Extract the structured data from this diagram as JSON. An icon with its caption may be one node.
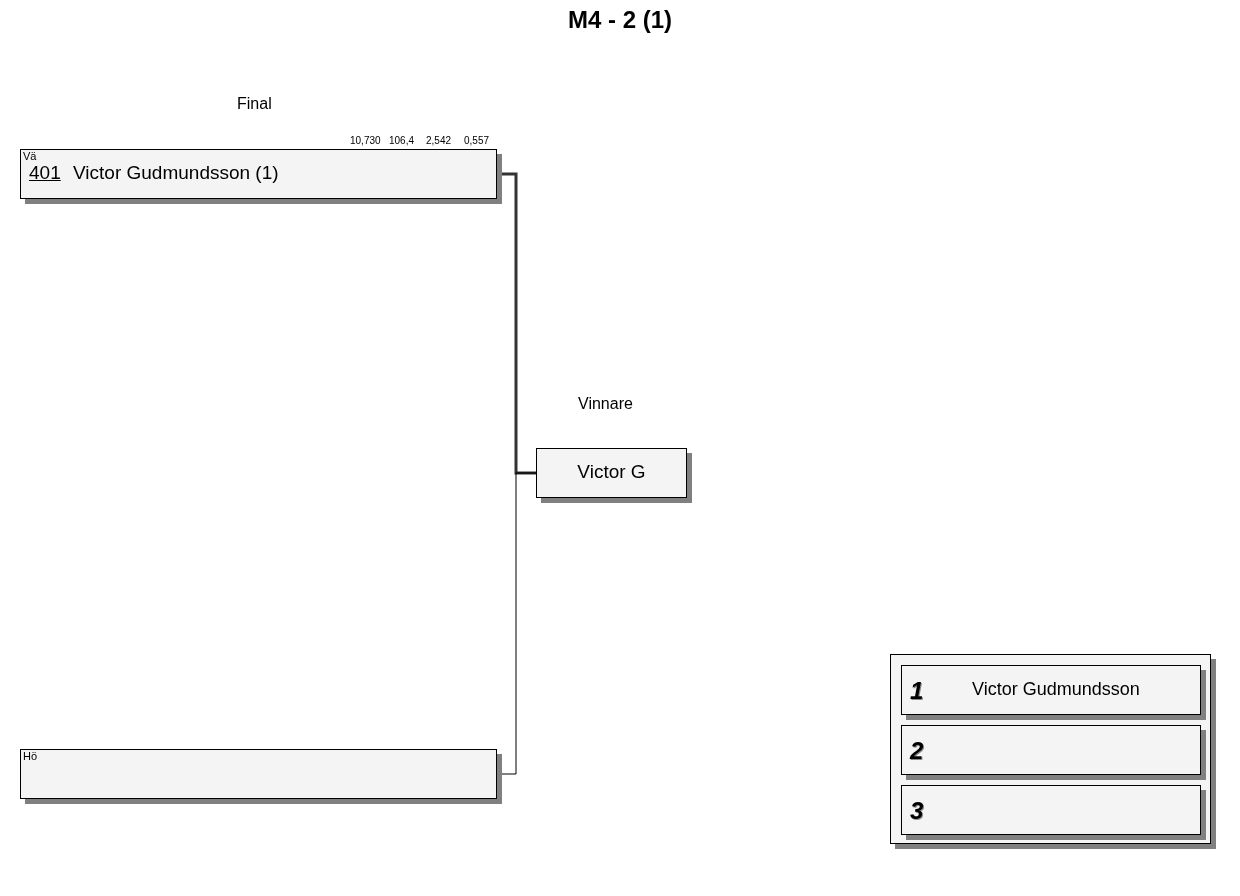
{
  "diagram": {
    "title": "M4 - 2 (1)",
    "nodes": [
      {
        "text": [
          "Vä",
          "401",
          "Victor Gudmundsson (1)"
        ],
        "beside": [
          "10,730",
          "106,4",
          "2,542",
          "0,557"
        ]
      },
      {
        "text": [
          "Hö"
        ]
      },
      {
        "text": [
          "Victor G"
        ]
      },
      {
        "text": [],
        "shape": "box"
      },
      {
        "text": [
          "1",
          "Victor Gudmundsson"
        ],
        "in": 3
      },
      {
        "text": [
          "2"
        ],
        "in": 3
      },
      {
        "text": [
          "3"
        ],
        "in": 3
      }
    ],
    "edges": [
      {
        "from": 0,
        "to": 2,
        "arrow": "none",
        "style": "thick"
      },
      {
        "from": 1,
        "to": 2,
        "arrow": "none"
      }
    ],
    "labels": [
      "Final",
      "Vinnare"
    ]
  }
}
